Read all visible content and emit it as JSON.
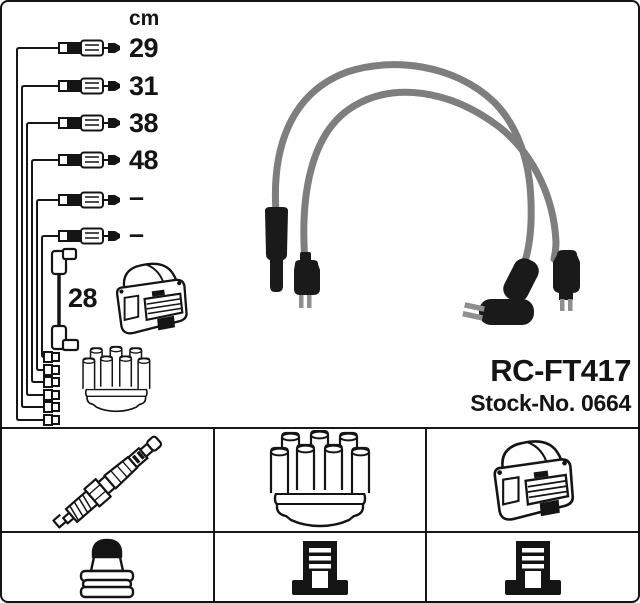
{
  "product": {
    "part_number": "RC-FT417",
    "stock_number": "Stock-No. 0664"
  },
  "length_table": {
    "unit_header": "cm",
    "cable_lengths": [
      "29",
      "31",
      "38",
      "48",
      "–",
      "–"
    ],
    "coil_wire_length": "28"
  },
  "diagram": {
    "icons": [
      "cable-with-connectors-drawing",
      "coil-lead-drawing",
      "ignition-coil-drawing",
      "distributor-cap-drawing",
      "spark-plug-wires-photo"
    ]
  },
  "legend": {
    "cells": [
      {
        "icon": "spark-plug-icon"
      },
      {
        "icon": "distributor-cap-icon"
      },
      {
        "icon": "ignition-coil-icon"
      },
      {
        "icon": "plug-terminal-icon"
      },
      {
        "icon": "din-terminal-icon"
      },
      {
        "icon": "din-terminal-icon"
      }
    ]
  },
  "colors": {
    "ink": "#141414",
    "cable_gray": "#7e7e7e",
    "boot_black": "#1a1a1a",
    "background": "#ffffff"
  }
}
